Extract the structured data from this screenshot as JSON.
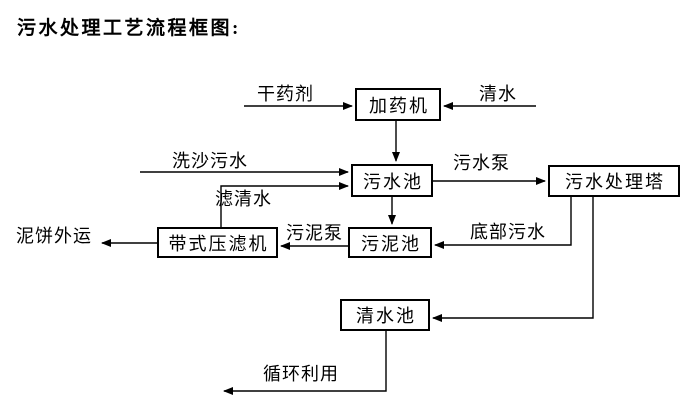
{
  "title": "污水处理工艺流程框图:",
  "diagram": {
    "boxes": {
      "dosing_machine": "加药机",
      "sewage_pool": "污水池",
      "treatment_tower": "污水处理塔",
      "sludge_pool": "污泥池",
      "belt_filter_press": "带式压滤机",
      "clean_water_pool": "清水池"
    },
    "flow_labels": {
      "dry_agent": "干药剂",
      "clean_water": "清水",
      "sand_washing_sewage": "洗沙污水",
      "filtered_water": "滤清水",
      "sewage_pump": "污水泵",
      "bottom_sewage": "底部污水",
      "sludge_pump": "污泥泵",
      "mud_cake_out": "泥饼外运",
      "recycle_use": "循环利用"
    },
    "colors": {
      "line": "#000000",
      "text": "#000000",
      "background": "#ffffff"
    }
  }
}
